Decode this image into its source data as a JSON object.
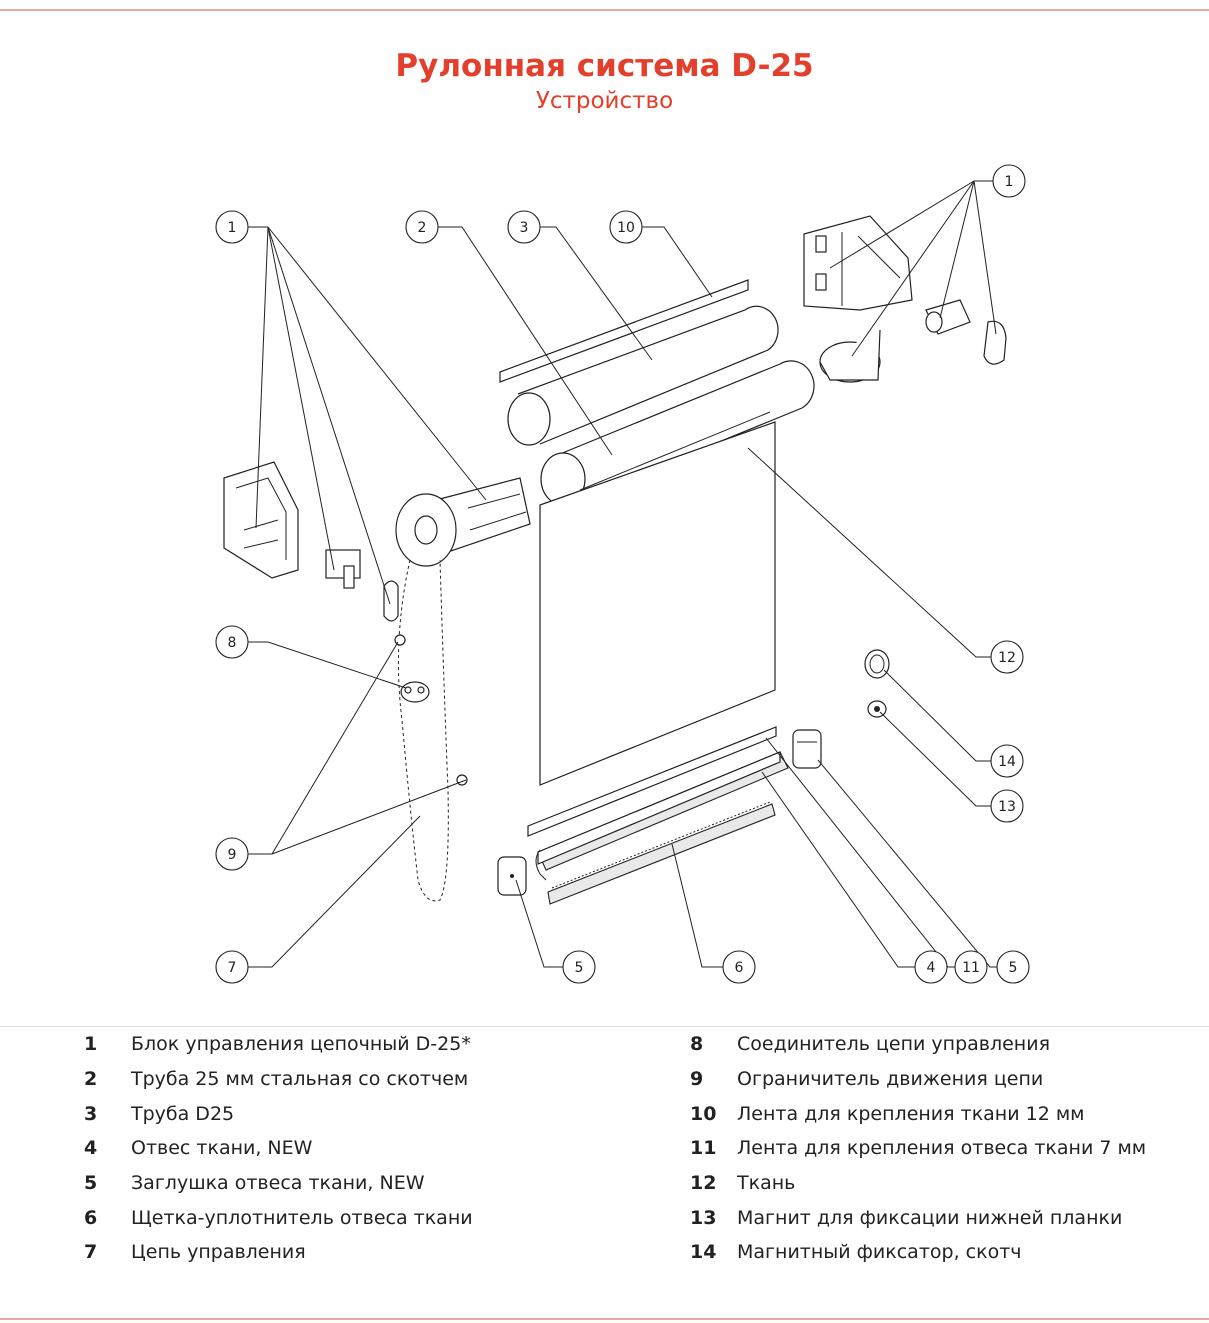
{
  "header": {
    "title": "Рулонная система D-25",
    "subtitle": "Устройство"
  },
  "callouts": {
    "c1_left": "1",
    "c2": "2",
    "c3": "3",
    "c10": "10",
    "c1_right": "1",
    "c8": "8",
    "c12": "12",
    "c14": "14",
    "c13": "13",
    "c9": "9",
    "c7": "7",
    "c5_left": "5",
    "c6": "6",
    "c4": "4",
    "c11": "11",
    "c5_right": "5"
  },
  "legend": {
    "left": [
      {
        "num": "1",
        "text": "Блок управления цепочный D-25*"
      },
      {
        "num": "2",
        "text": "Труба 25 мм стальная со скотчем"
      },
      {
        "num": "3",
        "text": "Труба D25"
      },
      {
        "num": "4",
        "text": "Отвес ткани, NEW"
      },
      {
        "num": "5",
        "text": "Заглушка отвеса ткани, NEW"
      },
      {
        "num": "6",
        "text": "Щетка-уплотнитель отвеса ткани"
      },
      {
        "num": "7",
        "text": "Цепь управления"
      }
    ],
    "right": [
      {
        "num": "8",
        "text": "Соединитель цепи управления"
      },
      {
        "num": "9",
        "text": "Ограничитель движения цепи"
      },
      {
        "num": "10",
        "text": "Лента для крепления ткани 12 мм"
      },
      {
        "num": "11",
        "text": "Лента для крепления отвеса ткани 7 мм"
      },
      {
        "num": "12",
        "text": "Ткань"
      },
      {
        "num": "13",
        "text": "Магнит для фиксации нижней планки"
      },
      {
        "num": "14",
        "text": "Магнитный фиксатор, скотч"
      }
    ]
  },
  "colors": {
    "accent": "#e2402c",
    "rule": "#e8a6a0",
    "ink": "#222222"
  }
}
